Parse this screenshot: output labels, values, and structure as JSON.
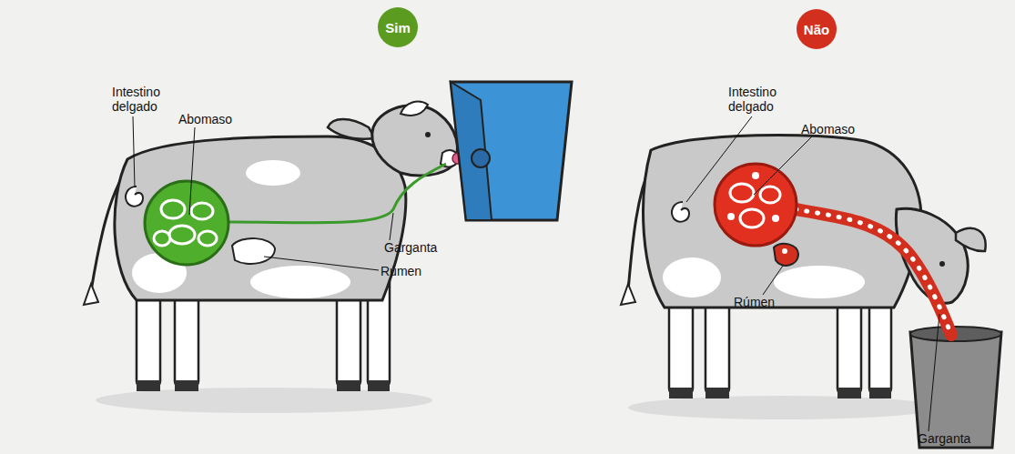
{
  "diagram": {
    "nodes": [
      {
        "text": [
          "Sim"
        ]
      },
      {
        "text": [
          "Não"
        ]
      }
    ],
    "labels": [
      "Intestino delgado",
      "Abomaso",
      "Garganta",
      "Rúmen",
      "Intestino delgado",
      "Abomaso",
      "Rúmen",
      "Garganta"
    ]
  }
}
